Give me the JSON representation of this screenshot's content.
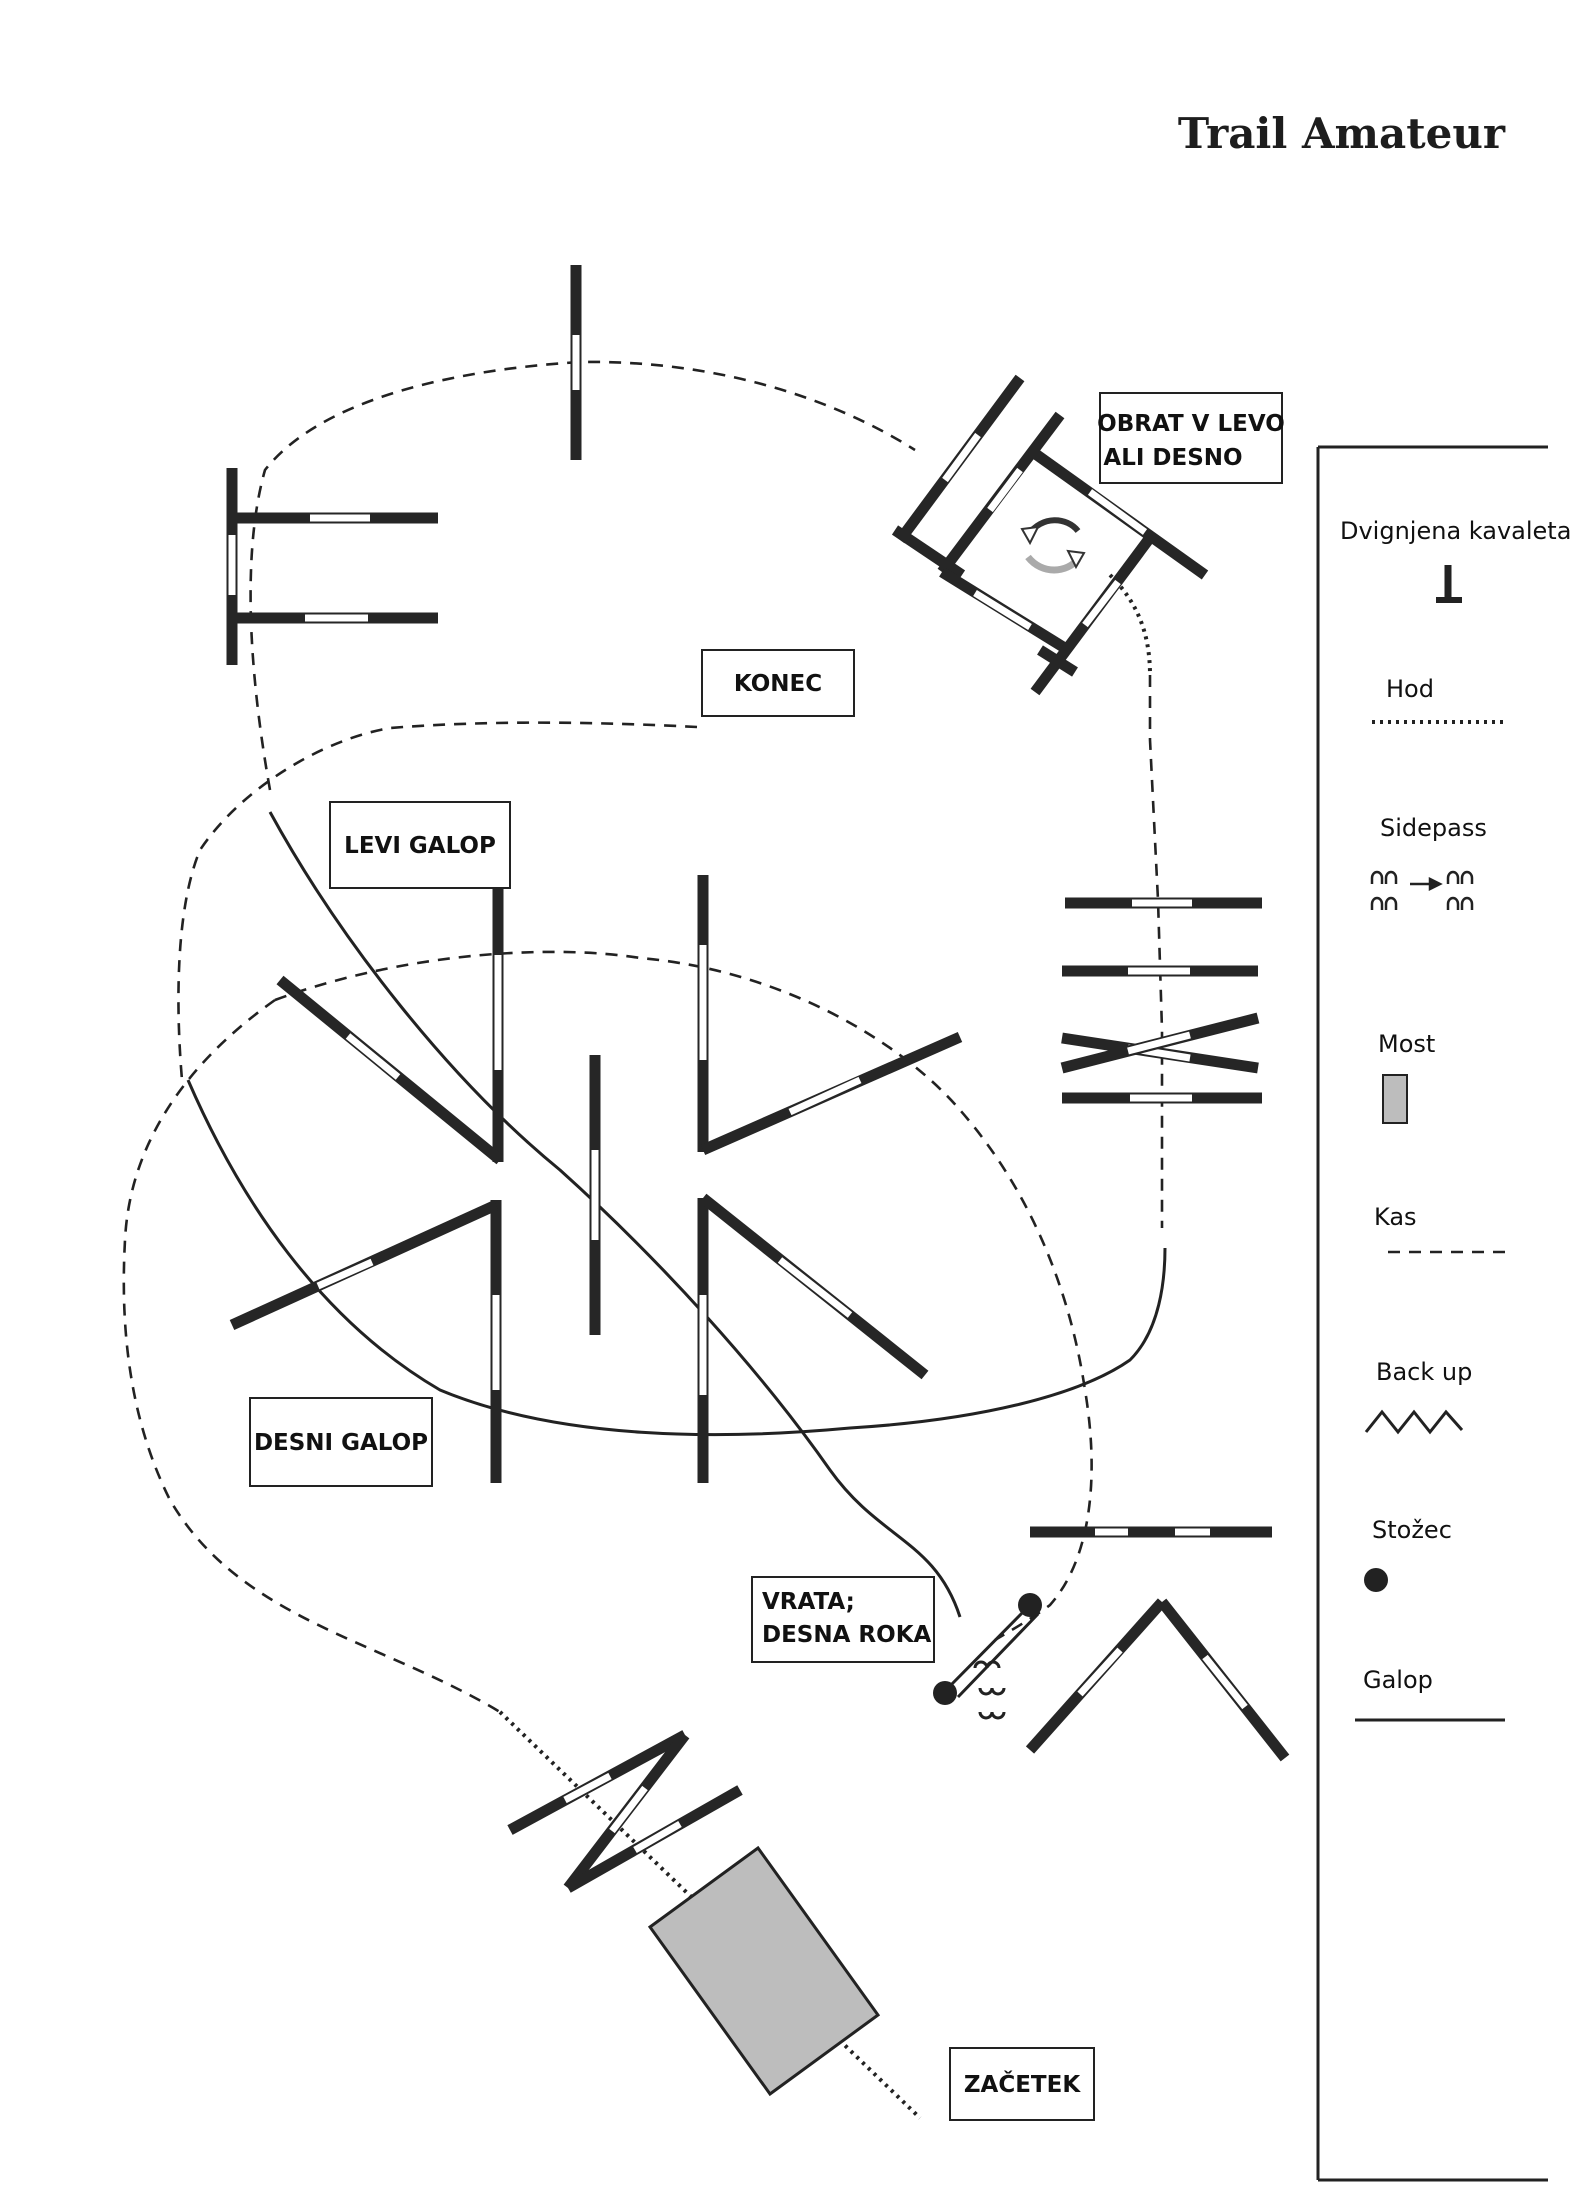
{
  "title": "Trail Amateur",
  "labels": {
    "obrat_line1": "OBRAT V LEVO",
    "obrat_line2": "ALI DESNO",
    "konec": "KONEC",
    "levi_galop": "LEVI GALOP",
    "desni_galop": "DESNI GALOP",
    "vrata_line1": "VRATA;",
    "vrata_line2": "DESNA ROKA",
    "zacetek": "ZAČETEK"
  },
  "legend": {
    "items": [
      {
        "label": "Dvignjena kavaleta",
        "symbol": "raised-cavaletti"
      },
      {
        "label": "Hod",
        "symbol": "dotted-line"
      },
      {
        "label": "Sidepass",
        "symbol": "sidepass-hooves"
      },
      {
        "label": "Most",
        "symbol": "bridge-rect"
      },
      {
        "label": "Kas",
        "symbol": "dashed-line"
      },
      {
        "label": "Back up",
        "symbol": "zigzag"
      },
      {
        "label": "Stožec",
        "symbol": "cone-dot"
      },
      {
        "label": "Galop",
        "symbol": "solid-line"
      }
    ]
  },
  "colors": {
    "pole": "#262626",
    "bridge_fill": "#bdbdbd",
    "ink": "#222222"
  }
}
